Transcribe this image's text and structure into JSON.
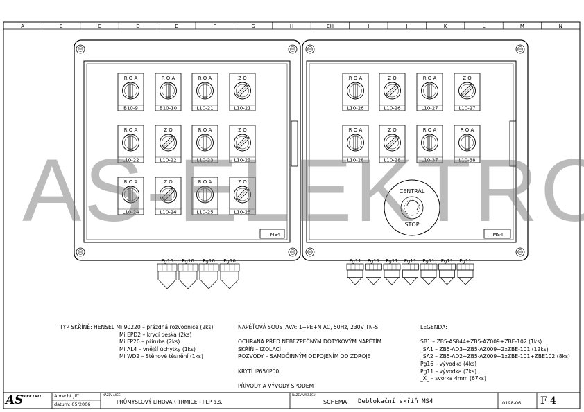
{
  "grid_columns": [
    "A",
    "B",
    "C",
    "D",
    "E",
    "F",
    "G",
    "H",
    "CH",
    "I",
    "J",
    "K",
    "L",
    "M",
    "N"
  ],
  "left_panel": {
    "label": "MS4",
    "switches": [
      {
        "positions": "R O A",
        "label": "B10-9",
        "type": "ROA"
      },
      {
        "positions": "R O A",
        "label": "B10-10",
        "type": "ROA"
      },
      {
        "positions": "R O A",
        "label": "L10-21",
        "type": "ROA"
      },
      {
        "positions": "Z O",
        "label": "L10-21",
        "type": "ZO"
      },
      {
        "positions": "R O A",
        "label": "L10-22",
        "type": "ROA"
      },
      {
        "positions": "Z O",
        "label": "L10-22",
        "type": "ZO"
      },
      {
        "positions": "R O A",
        "label": "L10-23",
        "type": "ROA"
      },
      {
        "positions": "Z O",
        "label": "L10-23",
        "type": "ZO"
      },
      {
        "positions": "R O A",
        "label": "L10-24",
        "type": "ROA"
      },
      {
        "positions": "Z O",
        "label": "L10-24",
        "type": "ZO"
      },
      {
        "positions": "R O A",
        "label": "L10-25",
        "type": "ROA"
      },
      {
        "positions": "Z O",
        "label": "L10-25",
        "type": "ZO"
      }
    ],
    "glands": [
      "Pg16",
      "Pg16",
      "Pg16",
      "Pg16"
    ]
  },
  "right_panel": {
    "label": "MS4",
    "switches": [
      {
        "positions": "R O A",
        "label": "L10-26",
        "type": "ROA"
      },
      {
        "positions": "Z O",
        "label": "L10-26",
        "type": "ZO"
      },
      {
        "positions": "R O A",
        "label": "L10-27",
        "type": "ROA"
      },
      {
        "positions": "Z O",
        "label": "L10-27",
        "type": "ZO"
      },
      {
        "positions": "R O A",
        "label": "L10-28",
        "type": "ROA"
      },
      {
        "positions": "Z O",
        "label": "L10-28",
        "type": "ZO"
      },
      {
        "positions": "R O A",
        "label": "L10-37",
        "type": "ROA"
      },
      {
        "positions": "R O A",
        "label": "L10-38",
        "type": "ROA"
      }
    ],
    "estop": {
      "top": "CENTRÁL",
      "bottom": "STOP"
    },
    "glands": [
      "Pg11",
      "Pg11",
      "Pg11",
      "Pg11",
      "Pg11",
      "Pg11",
      "Pg11"
    ]
  },
  "watermark": "AS-ELEKTRO",
  "notes": {
    "enclosure": [
      "TYP SKŘÍNĚ: HENSEL  Mi 90220 – prázdná rozvodnice (2ks)",
      "Mi EPD2 – krycí deska (2ks)",
      "Mi FP20 – příruba (2ks)",
      "Mi AL4 – vnější úchytky (1ks)",
      "Mi WD2 – Stěnové těsnění (1ks)"
    ],
    "electrical": [
      "NAPĚŤOVÁ SOUSTAVA: 1+PE+N AC, 50Hz, 230V TN-S",
      "",
      "OCHRANA PŘED NEBEZPEČNÝM DOTYKOVÝM NAPĚTÍM:",
      "SKŘÍŇ – IZOLACÍ",
      "ROZVODY – SAMOČINNÝM ODPOJENÍM OD ZDROJE",
      "",
      "KRYTÍ IP65/IP00",
      "",
      "PŘÍVODY A VÝVODY SPODEM"
    ],
    "legend": [
      "LEGENDA:",
      "",
      "SB1 – ZB5-AS844+ZB5-AZ009+ZBE-102 (1ks)",
      "_SA1 – ZB5-AD3+ZB5-AZ009+2xZBE-101 (12ks)",
      "_SA2 – ZB5-AD2+ZB5-AZ009+1xZBE-101+ZBE102 (8ks)",
      "Pg16 – vývodka (4ks)",
      "Pg11 – vývodka (7ks)",
      "_X_ – svorka 4mm (67ks)"
    ]
  },
  "title_block": {
    "logo": "AS",
    "logo_sub": "ELEKTRO",
    "author": "Abrecht Jiří",
    "date": "datum: 05/2006",
    "customer_caption": "NÁZEV AKCE:",
    "customer": "PRŮMYSLOVÝ LIHOVAR TRMICE - PLP a.s.",
    "drawing_caption": "NÁZEV VÝKRESU:",
    "drawing_type": "SCHEMA",
    "drawing_title": "Deblokační skříň MS4",
    "number": "0198-06",
    "sheet": "F 4"
  }
}
